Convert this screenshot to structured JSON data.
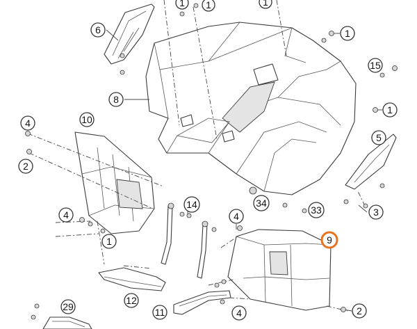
{
  "diagram": {
    "highlight_color": "#e8731e",
    "callouts": [
      {
        "id": "c6",
        "label": "6",
        "highlight": false
      },
      {
        "id": "c1a",
        "label": "1",
        "highlight": false
      },
      {
        "id": "c1b",
        "label": "1",
        "highlight": false
      },
      {
        "id": "c1c",
        "label": "1",
        "highlight": false
      },
      {
        "id": "c1d",
        "label": "1",
        "highlight": false
      },
      {
        "id": "c8",
        "label": "8",
        "highlight": false
      },
      {
        "id": "c15",
        "label": "15",
        "highlight": false
      },
      {
        "id": "c1e",
        "label": "1",
        "highlight": false
      },
      {
        "id": "c4a",
        "label": "4",
        "highlight": false
      },
      {
        "id": "c10",
        "label": "10",
        "highlight": false
      },
      {
        "id": "c2a",
        "label": "2",
        "highlight": false
      },
      {
        "id": "c5",
        "label": "5",
        "highlight": false
      },
      {
        "id": "c14",
        "label": "14",
        "highlight": false
      },
      {
        "id": "c34",
        "label": "34",
        "highlight": false
      },
      {
        "id": "c33",
        "label": "33",
        "highlight": false
      },
      {
        "id": "c3",
        "label": "3",
        "highlight": false
      },
      {
        "id": "c4b",
        "label": "4",
        "highlight": false
      },
      {
        "id": "c4c",
        "label": "4",
        "highlight": false
      },
      {
        "id": "c9",
        "label": "9",
        "highlight": true
      },
      {
        "id": "c1f",
        "label": "1",
        "highlight": false
      },
      {
        "id": "c12",
        "label": "12",
        "highlight": false
      },
      {
        "id": "c29",
        "label": "29",
        "highlight": false
      },
      {
        "id": "c11",
        "label": "11",
        "highlight": false
      },
      {
        "id": "c4d",
        "label": "4",
        "highlight": false
      },
      {
        "id": "c2b",
        "label": "2",
        "highlight": false
      }
    ]
  }
}
